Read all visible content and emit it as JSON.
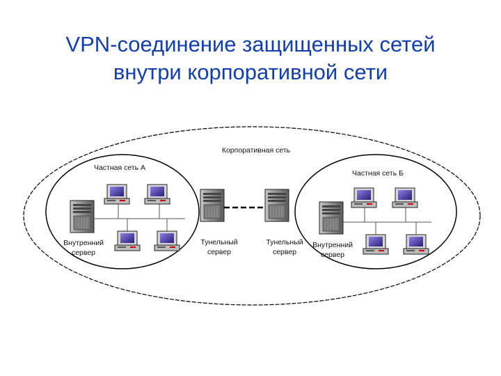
{
  "title": {
    "line1": "VPN-соединение защищенных сетей",
    "line2": "внутри корпоративной сети"
  },
  "diagram": {
    "corporate_label": "Корпоративная сеть",
    "network_a": {
      "label": "Частная сеть А",
      "server_label_1": "Внутренний",
      "server_label_2": "сервер"
    },
    "network_b": {
      "label": "Частная сеть Б",
      "server_label_1": "Внутренний",
      "server_label_2": "сервер"
    },
    "tunnel_a": {
      "label_1": "Тунельный",
      "label_2": "сервер"
    },
    "tunnel_b": {
      "label_1": "Тунельный",
      "label_2": "сервер"
    },
    "colors": {
      "title": "#0f3fb0",
      "outline": "#000000",
      "screen": "#4a3aa8",
      "server_body": "#9a9a9a"
    },
    "icons": [
      "server-icon",
      "computer-icon"
    ]
  }
}
